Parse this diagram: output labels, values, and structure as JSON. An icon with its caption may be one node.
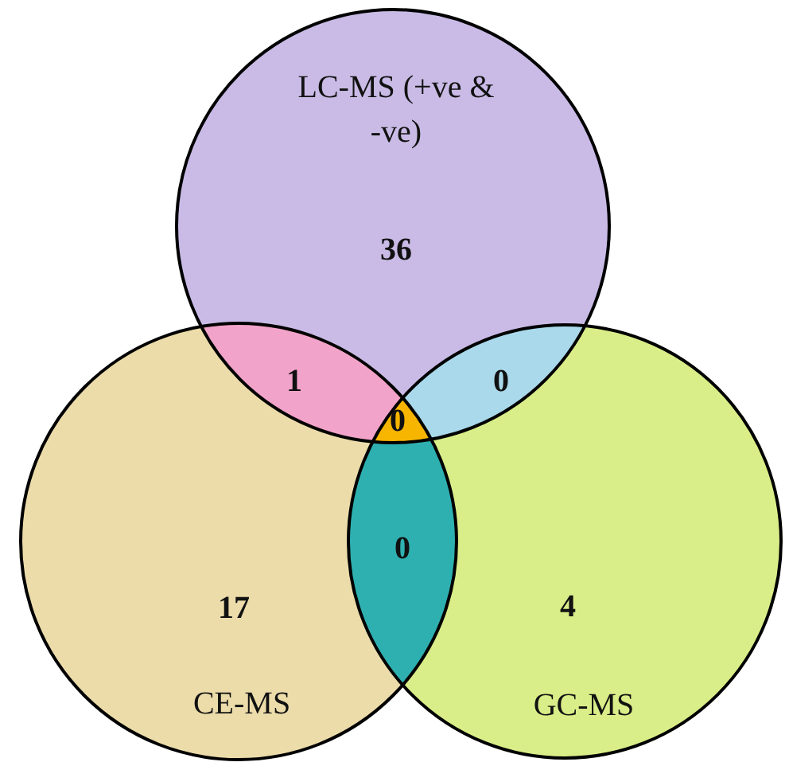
{
  "diagram": {
    "nodes": [
      {
        "text": [
          "LC-MS (+ve & -ve)",
          "36"
        ]
      },
      {
        "text": [
          "17",
          "CE-MS"
        ]
      },
      {
        "text": [
          "4",
          "GC-MS"
        ]
      }
    ],
    "labels": [
      "1",
      "0",
      "0",
      "0"
    ]
  }
}
